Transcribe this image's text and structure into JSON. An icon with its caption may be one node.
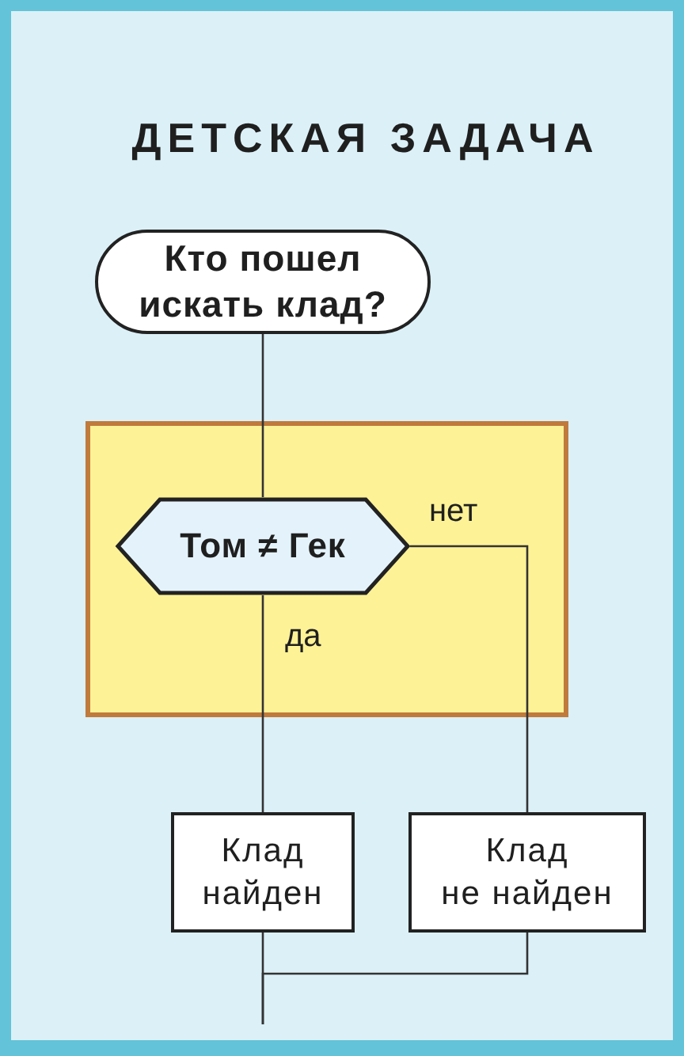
{
  "diagram": {
    "title": "ДЕТСКАЯ ЗАДАЧА",
    "nodes": [
      {
        "text": [
          "Кто пошел искать клад?"
        ]
      },
      {
        "text": [],
        "shape": "box"
      },
      {
        "text": [
          "Том ≠ Гек"
        ],
        "in": 1
      },
      {
        "text": [
          "Клад найден"
        ]
      },
      {
        "text": [
          "Клад не найден"
        ]
      }
    ],
    "edges": [
      {
        "from": 0,
        "to": 2,
        "arrow": "none"
      },
      {
        "from": 2,
        "to": 3,
        "label": "да",
        "arrow": "none"
      },
      {
        "from": 2,
        "to": 4,
        "label": "нет",
        "arrow": "none"
      },
      {
        "from": 3,
        "to": null,
        "arrow": "none"
      },
      {
        "from": 4,
        "to": null,
        "arrow": "none"
      }
    ]
  }
}
